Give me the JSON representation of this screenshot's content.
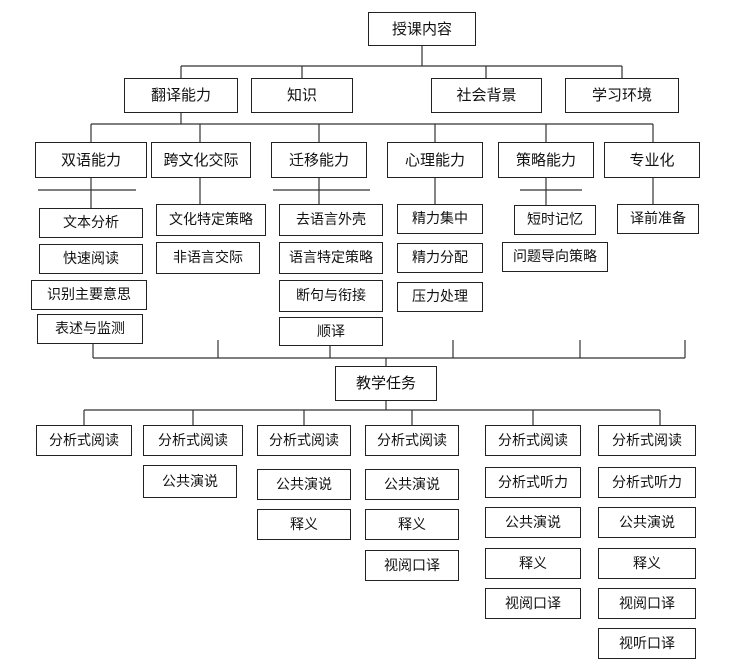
{
  "title": "授课内容",
  "categories": [
    "翻译能力",
    "知识",
    "社会背景",
    "学习环境"
  ],
  "competencies": [
    {
      "label": "双语能力",
      "items": [
        "文本分析",
        "快速阅读",
        "识别主要意思",
        "表述与监测"
      ]
    },
    {
      "label": "跨文化交际",
      "items": [
        "文化特定策略",
        "非语言交际"
      ]
    },
    {
      "label": "迁移能力",
      "items": [
        "去语言外壳",
        "语言特定策略",
        "断句与衔接",
        "顺译"
      ]
    },
    {
      "label": "心理能力",
      "items": [
        "精力集中",
        "精力分配",
        "压力处理"
      ]
    },
    {
      "label": "策略能力",
      "items": [
        "短时记忆",
        "问题导向策略"
      ]
    },
    {
      "label": "专业化",
      "items": [
        "译前准备"
      ]
    }
  ],
  "tasks_title": "教学任务",
  "task_columns": [
    [
      "分析式阅读"
    ],
    [
      "分析式阅读",
      "公共演说"
    ],
    [
      "分析式阅读",
      "公共演说",
      "释义"
    ],
    [
      "分析式阅读",
      "公共演说",
      "释义",
      "视阅口译"
    ],
    [
      "分析式阅读",
      "分析式听力",
      "公共演说",
      "释义",
      "视阅口译"
    ],
    [
      "分析式阅读",
      "分析式听力",
      "公共演说",
      "释义",
      "视阅口译",
      "视听口译"
    ]
  ]
}
